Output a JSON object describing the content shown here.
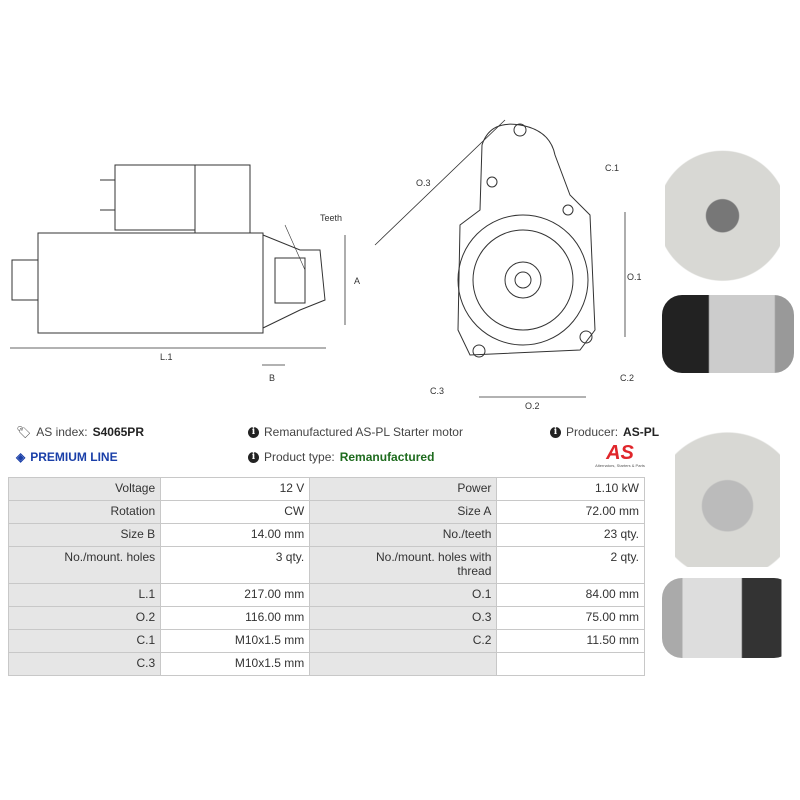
{
  "drawing": {
    "side_labels": {
      "teeth": "Teeth",
      "a": "A",
      "b": "B",
      "l1": "L.1"
    },
    "front_labels": {
      "o1": "O.1",
      "o2": "O.2",
      "o3": "O.3",
      "c1": "C.1",
      "c2": "C.2",
      "c3": "C.3"
    }
  },
  "info": {
    "index_label": "AS index:",
    "index_value": "S4065PR",
    "premium": "PREMIUM LINE",
    "description": "Remanufactured AS-PL Starter motor",
    "type_label": "Product type:",
    "type_value": "Remanufactured",
    "producer_label": "Producer:",
    "producer_value": "AS-PL",
    "logo_text": "AS",
    "logo_tagline": "Alternators, Starters & Parts"
  },
  "colors": {
    "premium": "#1a3fa8",
    "type_value": "#1e6b1e",
    "logo": "#e0262b"
  },
  "specs": [
    [
      {
        "label": "Voltage",
        "value": "12 V"
      },
      {
        "label": "Power",
        "value": "1.10 kW"
      }
    ],
    [
      {
        "label": "Rotation",
        "value": "CW"
      },
      {
        "label": "Size A",
        "value": "72.00 mm"
      }
    ],
    [
      {
        "label": "Size B",
        "value": "14.00 mm"
      },
      {
        "label": "No./teeth",
        "value": "23 qty."
      }
    ],
    [
      {
        "label": "No./mount. holes",
        "value": "3 qty."
      },
      {
        "label": "No./mount. holes with thread",
        "value": "2 qty."
      }
    ],
    [
      {
        "label": "L.1",
        "value": "217.00 mm"
      },
      {
        "label": "O.1",
        "value": "84.00 mm"
      }
    ],
    [
      {
        "label": "O.2",
        "value": "116.00 mm"
      },
      {
        "label": "O.3",
        "value": "75.00 mm"
      }
    ],
    [
      {
        "label": "C.1",
        "value": "M10x1.5 mm"
      },
      {
        "label": "C.2",
        "value": "11.50 mm"
      }
    ],
    [
      {
        "label": "C.3",
        "value": "M10x1.5 mm"
      },
      {
        "label": "",
        "value": ""
      }
    ]
  ]
}
